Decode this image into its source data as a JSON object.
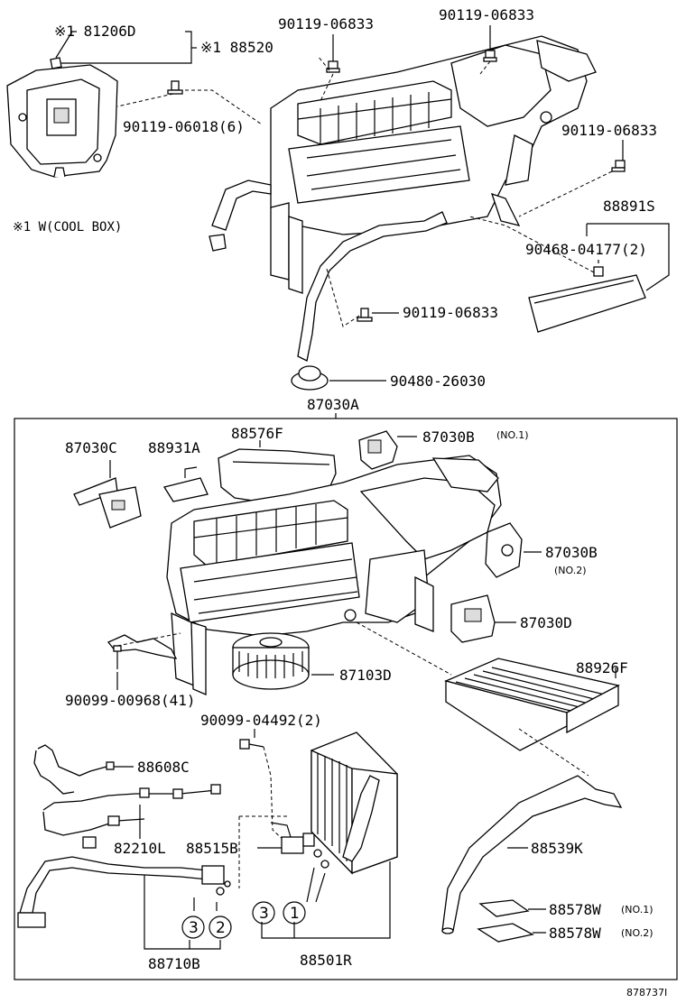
{
  "labels": {
    "p81206d": "※1 81206D",
    "p88520": "※1 88520",
    "p90119_06018": "90119-06018(6)",
    "p90119_06833_a": "90119-06833",
    "p90119_06833_b": "90119-06833",
    "p90119_06833_c": "90119-06833",
    "p90119_06833_d": "90119-06833",
    "note_coolbox": "※1 W(COOL BOX)",
    "p88891s": "88891S",
    "p90468": "90468-04177(2)",
    "p90480": "90480-26030",
    "p87030a": "87030A",
    "p87030c": "87030C",
    "p88931a": "88931A",
    "p88576f": "88576F",
    "p87030b_1": "87030B",
    "p87030b_1_note": "(NO.1)",
    "p87030b_2": "87030B",
    "p87030b_2_note": "(NO.2)",
    "p87030d": "87030D",
    "p87103d": "87103D",
    "p88926f": "88926F",
    "p90099_00968": "90099-00968(41)",
    "p90099_04492": "90099-04492(2)",
    "p88608c": "88608C",
    "p82210l": "82210L",
    "p88515b": "88515B",
    "p88539k": "88539K",
    "p88578w_1": "88578W",
    "p88578w_1_note": "(NO.1)",
    "p88578w_2": "88578W",
    "p88578w_2_note": "(NO.2)",
    "circle3a": "3",
    "circle2": "2",
    "circle3b": "3",
    "circle1": "1",
    "p88710b": "88710B",
    "p88501r": "88501R",
    "figure_id": "878737I"
  }
}
